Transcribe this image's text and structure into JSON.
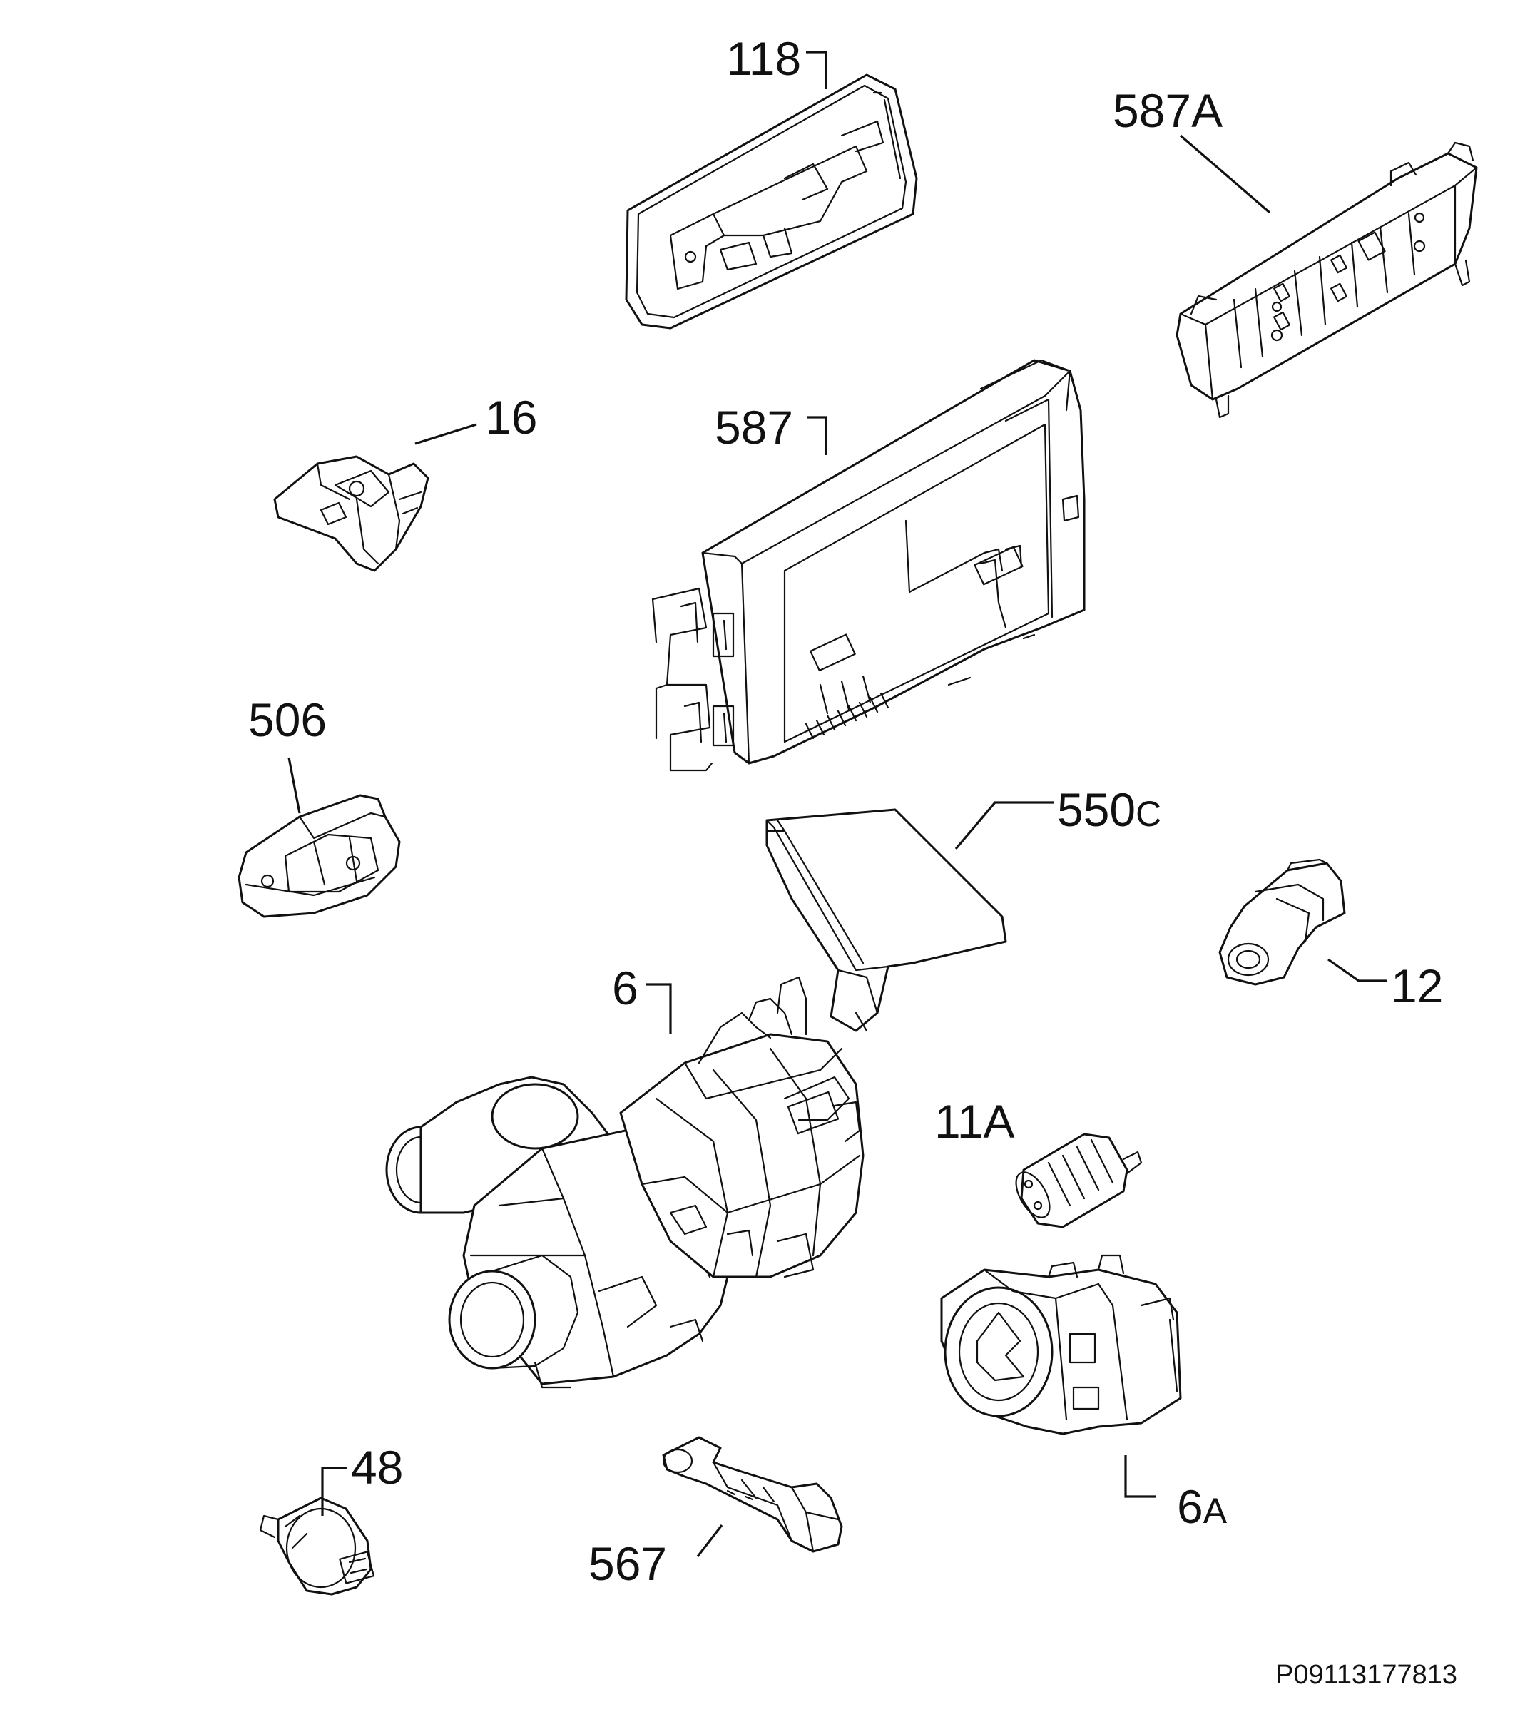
{
  "parts": [
    {
      "id": "118",
      "label": "118"
    },
    {
      "id": "587A",
      "label": "587A"
    },
    {
      "id": "16",
      "label": "16"
    },
    {
      "id": "587",
      "label": "587"
    },
    {
      "id": "506",
      "label": "506"
    },
    {
      "id": "550C",
      "label_main": "550",
      "label_suffix": "C"
    },
    {
      "id": "12",
      "label": "12"
    },
    {
      "id": "6",
      "label": "6"
    },
    {
      "id": "11A",
      "label": "11A"
    },
    {
      "id": "48",
      "label": "48"
    },
    {
      "id": "567",
      "label": "567"
    },
    {
      "id": "6A",
      "label_main": "6",
      "label_suffix": "A"
    }
  ],
  "reference_code": "P09113177813"
}
